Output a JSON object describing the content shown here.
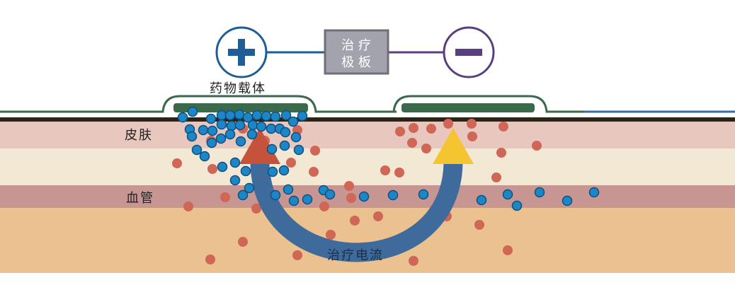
{
  "colors": {
    "positive": "#1f5d96",
    "negative": "#5a3f80",
    "device_fill": "#a3a3ad",
    "device_border": "#6f6f78",
    "pad": "#3b6a4a",
    "skin_top": "#e8c7bf",
    "skin_mid": "#f3e8d4",
    "vessel": "#c89692",
    "tissue": "#ebc18f",
    "ion_blue": "#1d86c4",
    "ion_red": "#cf6656",
    "current_arrow": "#3e6a9c",
    "arrow_red": "#c5523a",
    "arrow_yellow": "#f4c531"
  },
  "electrodes": {
    "positive_symbol": "+",
    "negative_symbol": "−"
  },
  "device": {
    "line1": "治 疗",
    "line2": "极 板"
  },
  "labels": {
    "drug_carrier": "药物载体",
    "skin": "皮肤",
    "vessel": "血管",
    "current": "治疗电流"
  }
}
